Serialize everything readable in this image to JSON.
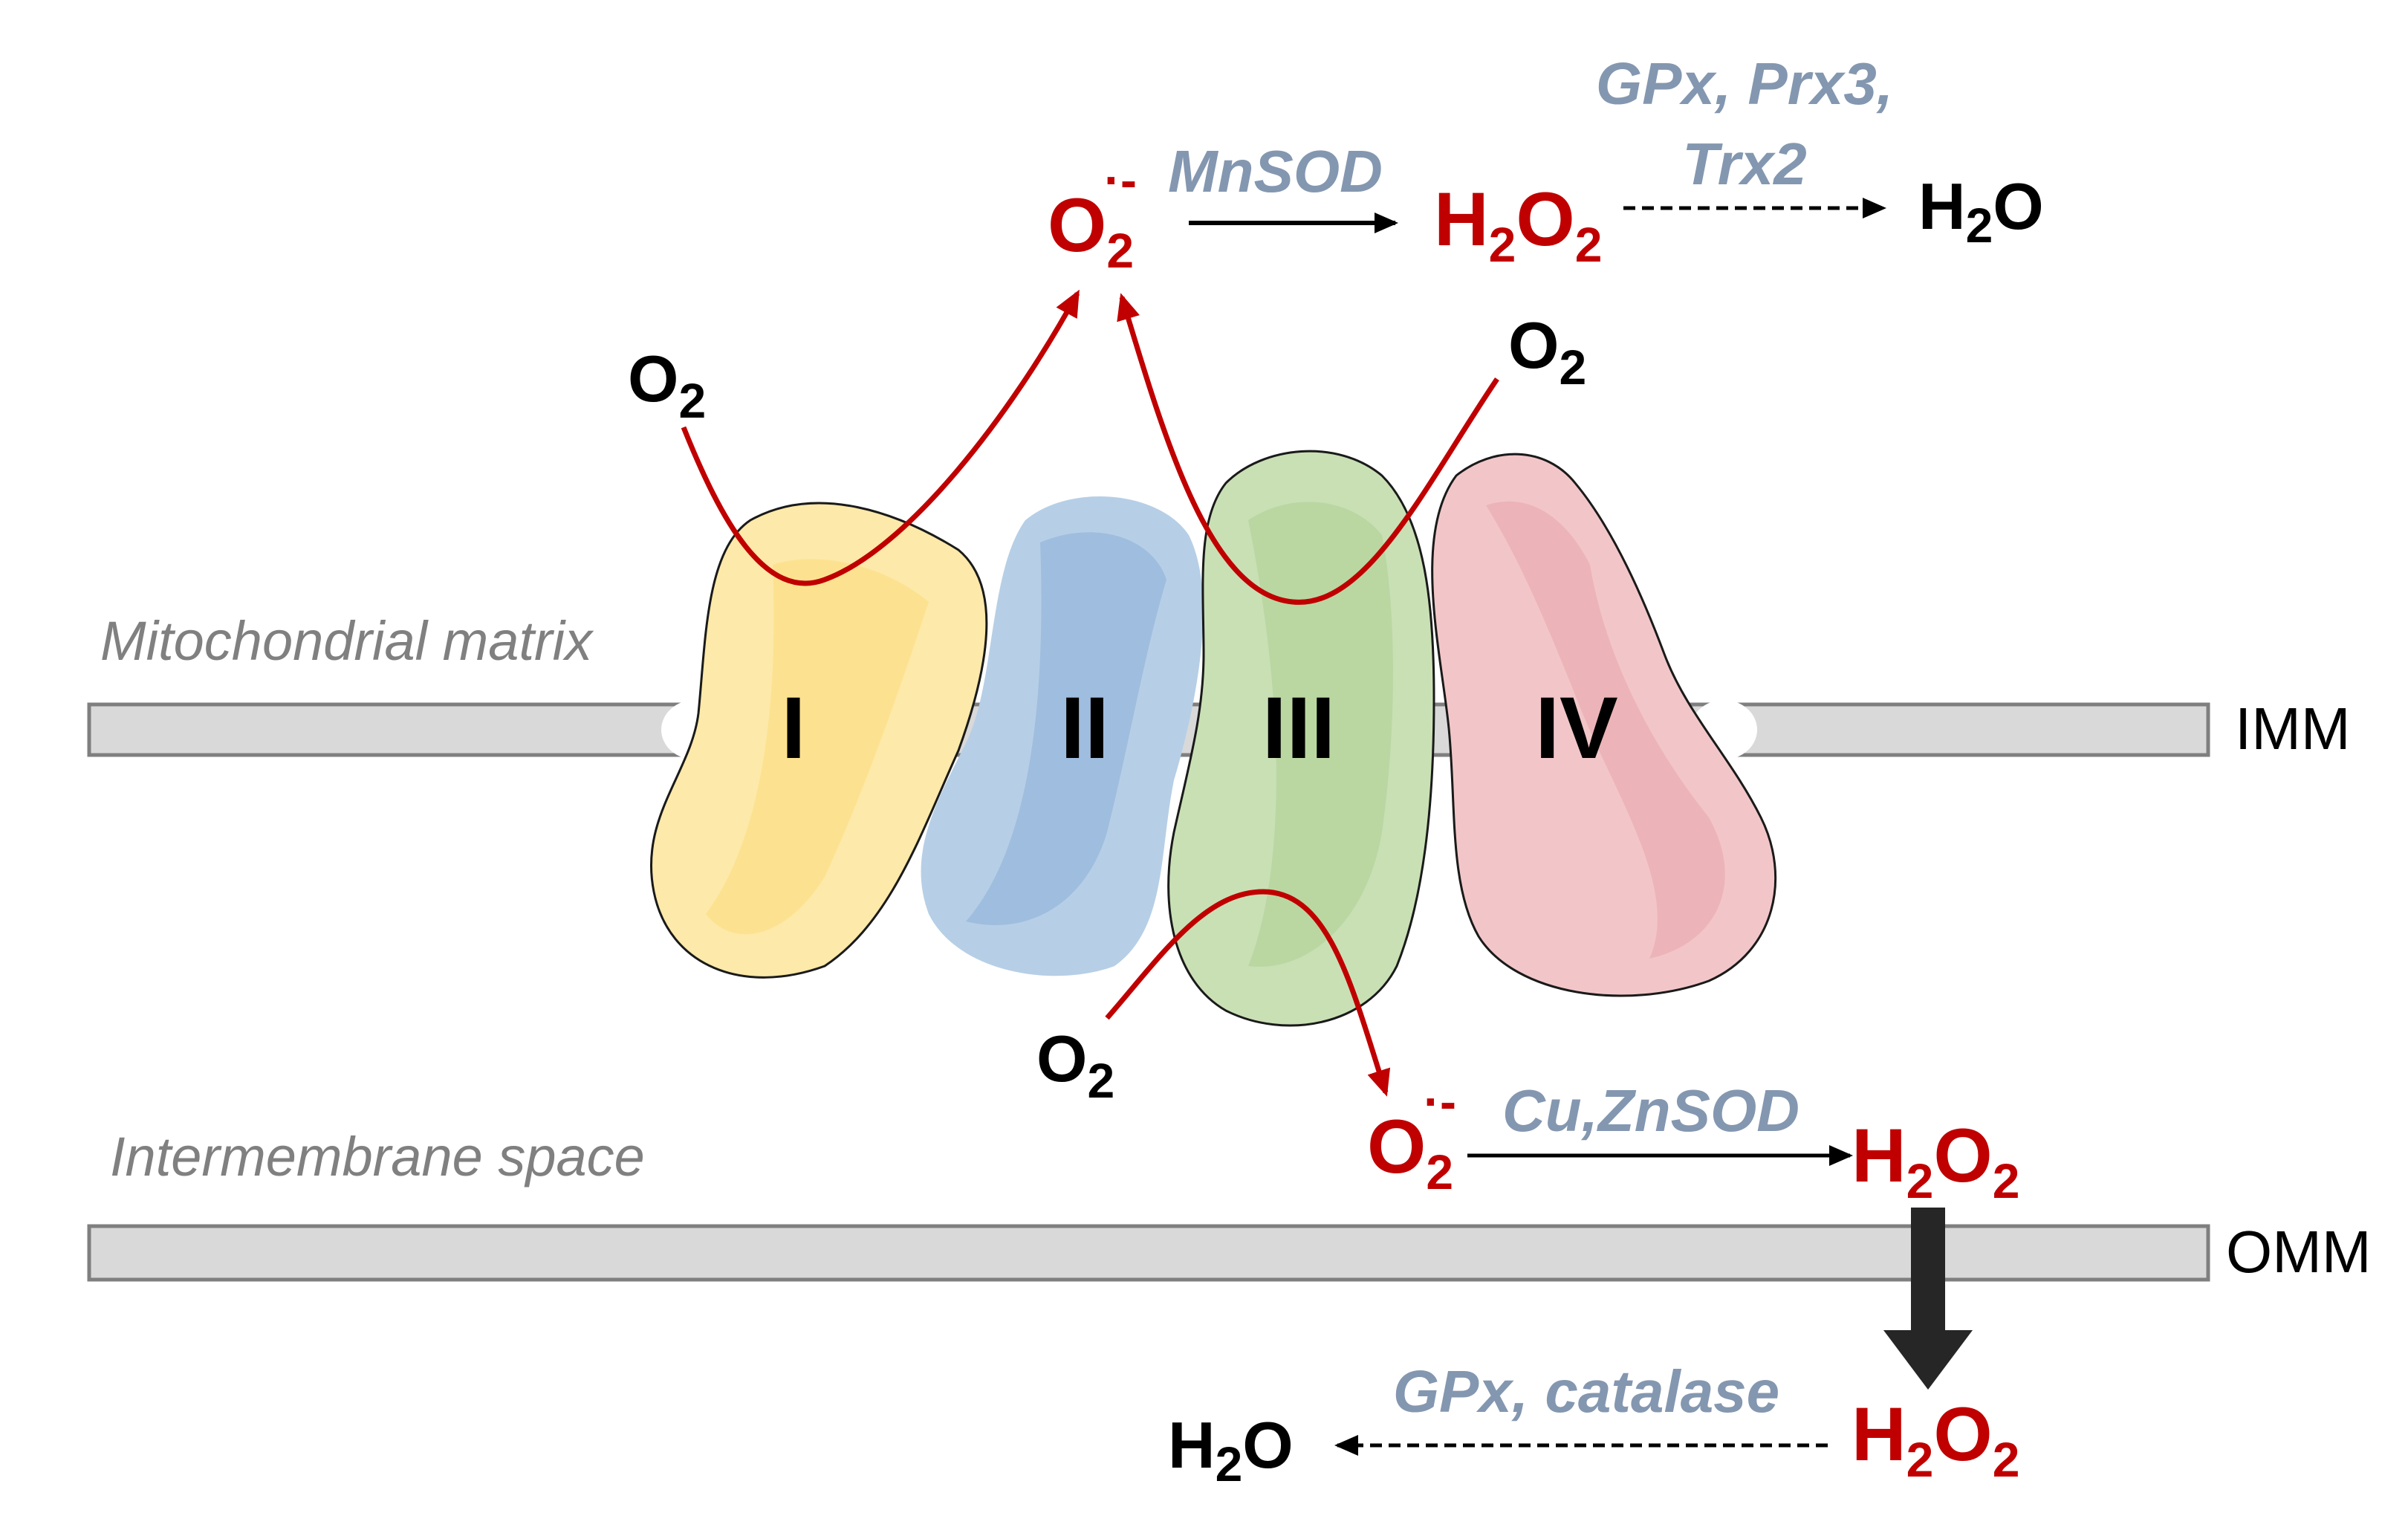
{
  "regions": {
    "matrix": "Mitochondrial matrix",
    "intermembrane": "Intermembrane space"
  },
  "membranes": {
    "inner": "IMM",
    "outer": "OMM"
  },
  "complexes": [
    {
      "label": "I",
      "color": "#fde9a9"
    },
    {
      "label": "II",
      "color": "#b6cfe6"
    },
    {
      "label": "III",
      "color": "#c9e0b5"
    },
    {
      "label": "IV",
      "color": "#f2c6c8"
    }
  ],
  "chemicals": {
    "oxygen_base": "O",
    "oxygen_sub": "2",
    "superoxide_base": "O",
    "superoxide_sub": "2",
    "superoxide_sup": "·-",
    "h2o2_a": "H",
    "h2o2_sub1": "2",
    "h2o2_b": "O",
    "h2o2_sub2": "2",
    "water_a": "H",
    "water_sub": "2",
    "water_b": "O"
  },
  "enzymes": {
    "matrix_sod": "MnSOD",
    "matrix_peroxidase_line1": "GPx, Prx3,",
    "matrix_peroxidase_line2": "Trx2",
    "ims_sod": "Cu,ZnSOD",
    "cyto_peroxidase": "GPx, catalase"
  },
  "colors": {
    "ros": "#c00000",
    "enzyme_text": "#8497b0",
    "membrane_fill": "#d9d9d9",
    "membrane_stroke": "#7f7f7f"
  }
}
